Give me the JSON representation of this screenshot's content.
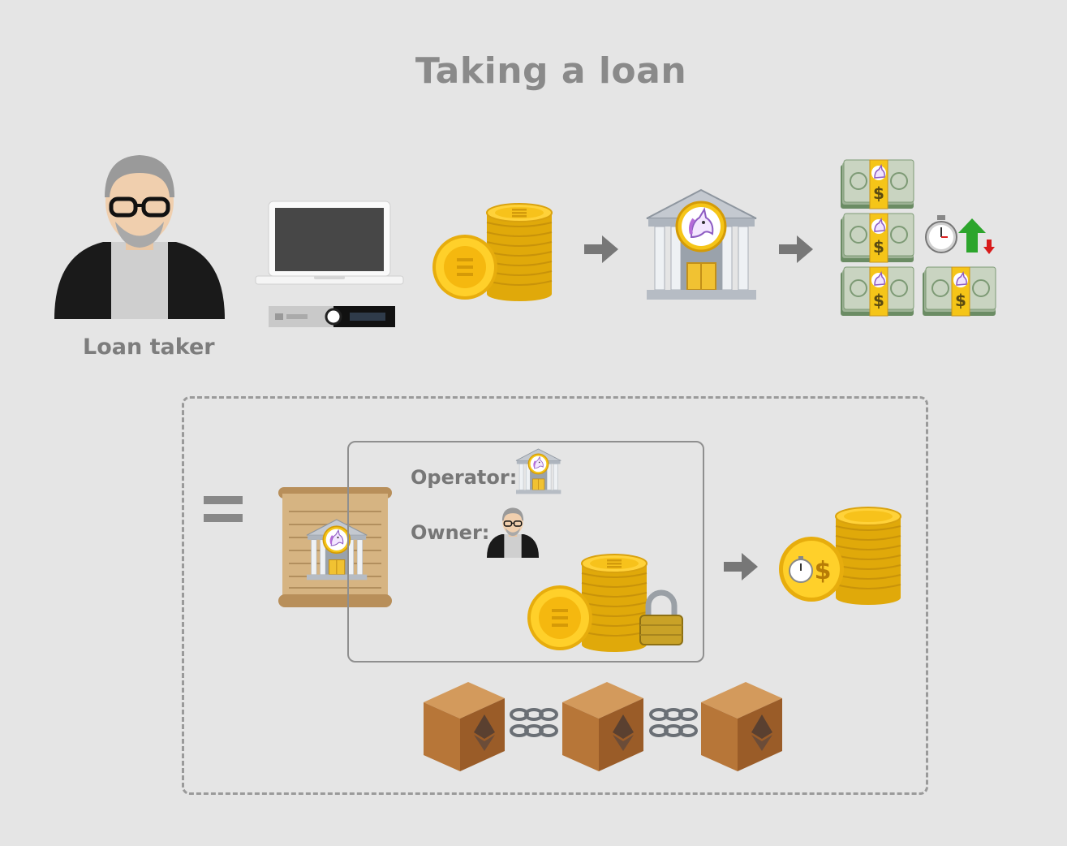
{
  "title": "Taking a loan",
  "loan_taker_label": "Loan taker",
  "operator_label": "Operator:",
  "owner_label": "Owner:",
  "colors": {
    "background": "#e5e5e5",
    "coin_gold": "#f5c518",
    "arrow_gray": "#777777",
    "dashed_border": "#9a9a9a",
    "green_up": "#2ca52c",
    "red_down": "#d81b1b"
  },
  "icons": [
    "person-avatar-icon",
    "laptop-icon",
    "hardware-wallet-icon",
    "eth-coin-stack-icon",
    "arrow-right-icon",
    "bank-unicorn-icon",
    "money-bundle-icon",
    "stopwatch-icon",
    "arrow-up-icon",
    "arrow-down-icon",
    "equals-icon",
    "scroll-contract-icon",
    "padlock-icon",
    "timed-coin-stack-icon",
    "block-box-icon",
    "chain-link-icon"
  ]
}
